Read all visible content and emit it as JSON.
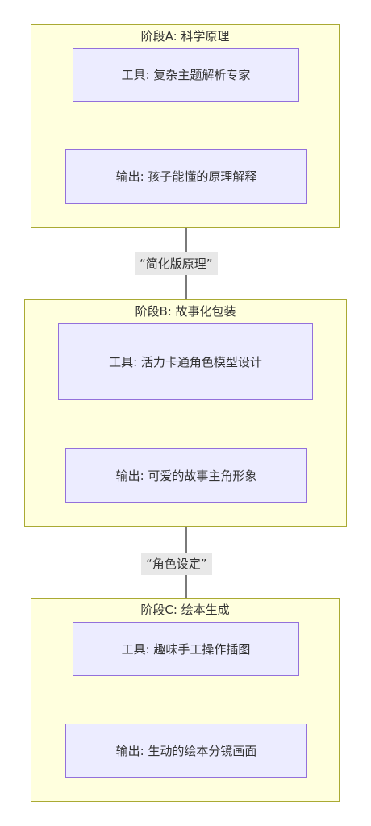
{
  "stages": [
    {
      "title": "阶段A: 科学原理",
      "tool": "工具: 复杂主题解析专家",
      "output": "输出: 孩子能懂的原理解释"
    },
    {
      "title": "阶段B: 故事化包装",
      "tool": "工具: 活力卡通角色模型设计",
      "output": "输出: 可爱的故事主角形象"
    },
    {
      "title": "阶段C: 绘本生成",
      "tool": "工具: 趣味手工操作插图",
      "output": "输出: 生动的绘本分镜画面"
    }
  ],
  "edge_labels": [
    "“简化版原理”",
    "“角色设定”"
  ],
  "colors": {
    "cluster_fill": "#ffffde",
    "cluster_stroke": "#aaaa33",
    "node_fill": "#ececff",
    "node_stroke": "#9370db",
    "edge": "#333333",
    "edge_label_bg": "#e8e8e8"
  }
}
